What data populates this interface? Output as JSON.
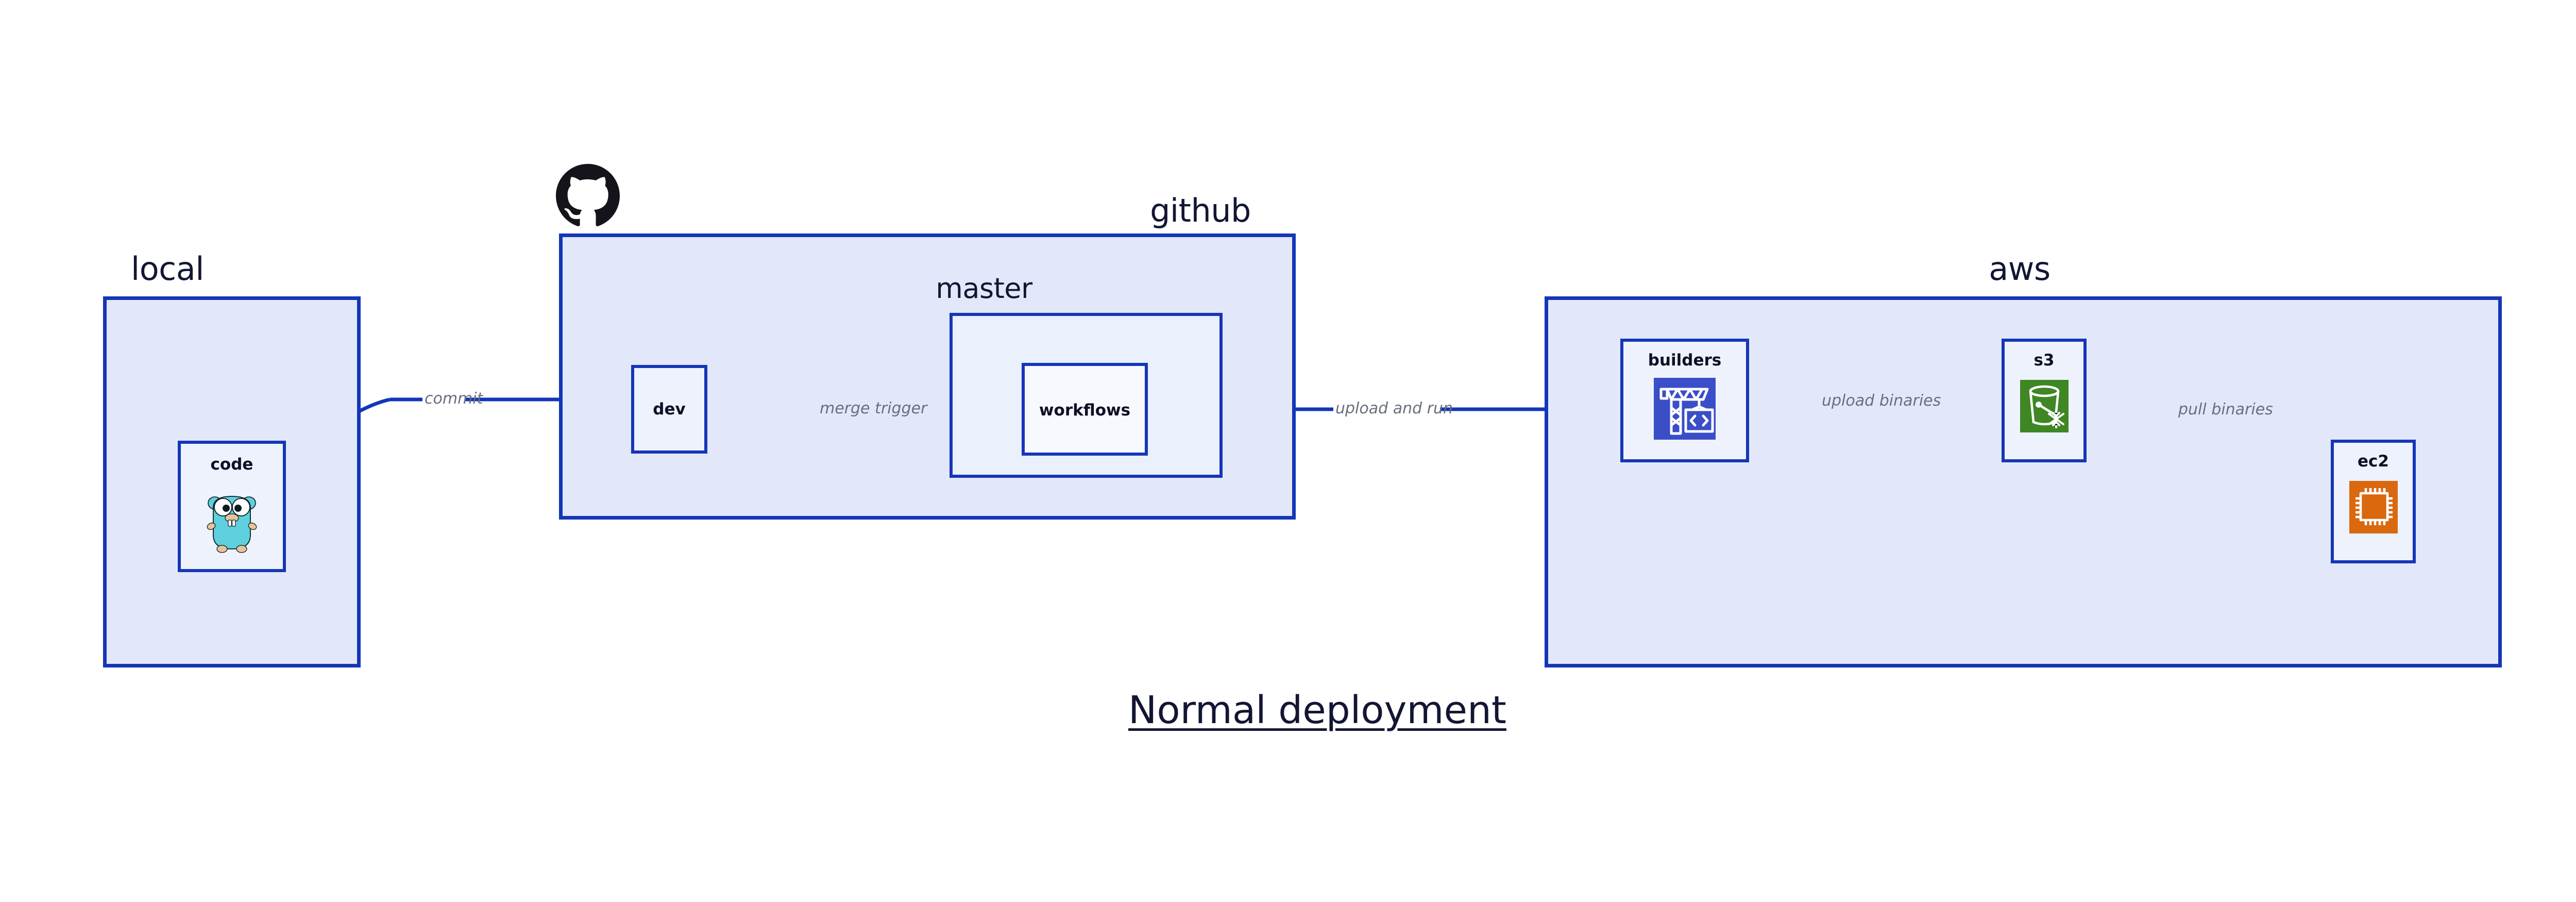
{
  "diagram": {
    "caption": "Normal deployment",
    "accent_border": "#1436b8",
    "group_fill": "#e2e8f9",
    "node_fill": "#eef2fc",
    "label_color": "#6a6f7e"
  },
  "groups": [
    {
      "id": "local",
      "title": "local",
      "nodes": [
        {
          "id": "code",
          "label": "code",
          "icon": "go-gopher-icon",
          "icon_color": "#5ecfdd"
        }
      ]
    },
    {
      "id": "github",
      "title": "github",
      "logo": "github-octocat-logo",
      "logo_color": "#14141a",
      "nodes": [
        {
          "id": "dev",
          "label": "dev",
          "icon": "none"
        }
      ],
      "subgroups": [
        {
          "id": "master",
          "title": "master",
          "nodes": [
            {
              "id": "workflows",
              "label": "workflows",
              "icon": "none"
            }
          ]
        }
      ]
    },
    {
      "id": "aws",
      "title": "aws",
      "nodes": [
        {
          "id": "builders",
          "label": "builders",
          "icon": "crane-code-icon",
          "icon_color": "#3a4ec8"
        },
        {
          "id": "s3",
          "label": "s3",
          "icon": "s3-bucket-icon",
          "icon_color": "#3f8624"
        },
        {
          "id": "ec2",
          "label": "ec2",
          "icon": "cpu-chip-icon",
          "icon_color": "#d9680f"
        }
      ]
    }
  ],
  "edges": [
    {
      "id": "commit",
      "label": "commit",
      "from": "code",
      "to": "dev",
      "style": "curved"
    },
    {
      "id": "merge-trigger",
      "label": "merge trigger",
      "from": "dev",
      "to": "workflows",
      "style": "straight"
    },
    {
      "id": "upload-and-run",
      "label": "upload and run",
      "from": "workflows",
      "to": "builders",
      "style": "straight"
    },
    {
      "id": "upload-binaries",
      "label": "upload binaries",
      "from": "builders",
      "to": "s3",
      "style": "straight"
    },
    {
      "id": "pull-binaries",
      "label": "pull binaries",
      "from": "s3",
      "to": "ec2",
      "style": "curved"
    }
  ]
}
